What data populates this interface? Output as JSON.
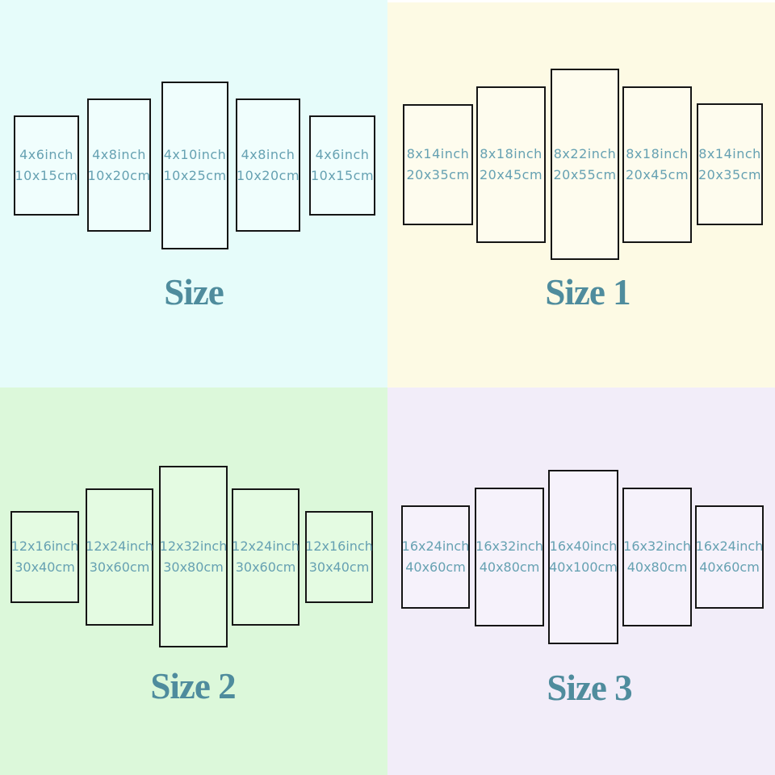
{
  "quadrants": [
    {
      "title": "Size",
      "background_color": "#e6fcfa",
      "panel_fill_color": "#f0fefd",
      "panels": [
        {
          "inch": "4x6inch",
          "cm": "10x15cm"
        },
        {
          "inch": "4x8inch",
          "cm": "10x20cm"
        },
        {
          "inch": "4x10inch",
          "cm": "10x25cm"
        },
        {
          "inch": "4x8inch",
          "cm": "10x20cm"
        },
        {
          "inch": "4x6inch",
          "cm": "10x15cm"
        }
      ]
    },
    {
      "title": "Size 1",
      "background_color": "#fdfae4",
      "panel_fill_color": "#fefcee",
      "panels": [
        {
          "inch": "8x14inch",
          "cm": "20x35cm"
        },
        {
          "inch": "8x18inch",
          "cm": "20x45cm"
        },
        {
          "inch": "8x22inch",
          "cm": "20x55cm"
        },
        {
          "inch": "8x18inch",
          "cm": "20x45cm"
        },
        {
          "inch": "8x14inch",
          "cm": "20x35cm"
        }
      ]
    },
    {
      "title": "Size 2",
      "background_color": "#dcf8da",
      "panel_fill_color": "#e4fbe2",
      "panels": [
        {
          "inch": "12x16inch",
          "cm": "30x40cm"
        },
        {
          "inch": "12x24inch",
          "cm": "30x60cm"
        },
        {
          "inch": "12x32inch",
          "cm": "30x80cm"
        },
        {
          "inch": "12x24inch",
          "cm": "30x60cm"
        },
        {
          "inch": "12x16inch",
          "cm": "30x40cm"
        }
      ]
    },
    {
      "title": "Size 3",
      "background_color": "#f2edf9",
      "panel_fill_color": "#f6f2fb",
      "panels": [
        {
          "inch": "16x24inch",
          "cm": "40x60cm"
        },
        {
          "inch": "16x32inch",
          "cm": "40x80cm"
        },
        {
          "inch": "16x40inch",
          "cm": "40x100cm"
        },
        {
          "inch": "16x32inch",
          "cm": "40x80cm"
        },
        {
          "inch": "16x24inch",
          "cm": "40x60cm"
        }
      ]
    }
  ],
  "colors": {
    "panel_border": "#151515",
    "panel_label_text": "#66a1b2",
    "title_text": "#4f8c9d"
  }
}
